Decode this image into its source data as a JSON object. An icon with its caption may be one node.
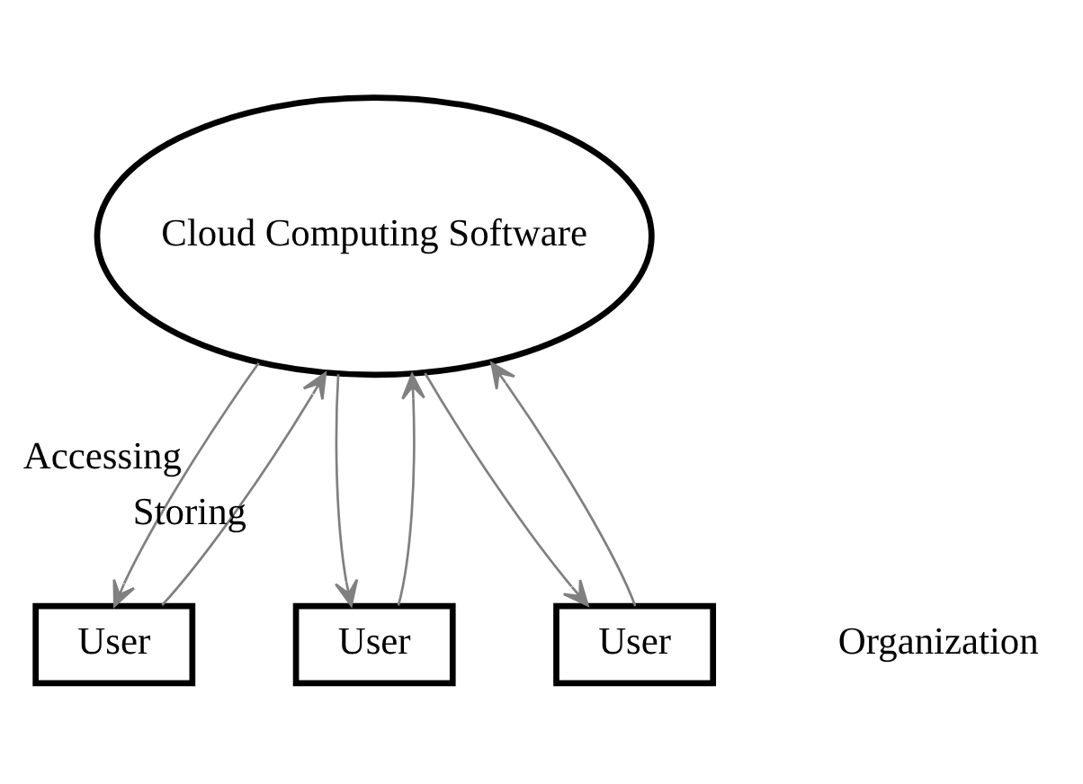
{
  "diagram": {
    "nodes": [
      {
        "text": [
          "Cloud Computing Software"
        ]
      },
      {
        "text": [
          "User"
        ]
      },
      {
        "text": [
          "User"
        ]
      },
      {
        "text": [
          "User"
        ]
      }
    ],
    "edges": [
      {
        "from": 1,
        "to": 0,
        "arrow": "to",
        "label": "Storing"
      },
      {
        "from": 0,
        "to": 1,
        "arrow": "to",
        "label": "Accessing"
      },
      {
        "from": 0,
        "to": 2,
        "arrow": "to"
      },
      {
        "from": 2,
        "to": 0,
        "arrow": "to"
      },
      {
        "from": 0,
        "to": 3,
        "arrow": "to"
      },
      {
        "from": 3,
        "to": 0,
        "arrow": "to"
      }
    ],
    "labels": [
      "Organization"
    ]
  }
}
